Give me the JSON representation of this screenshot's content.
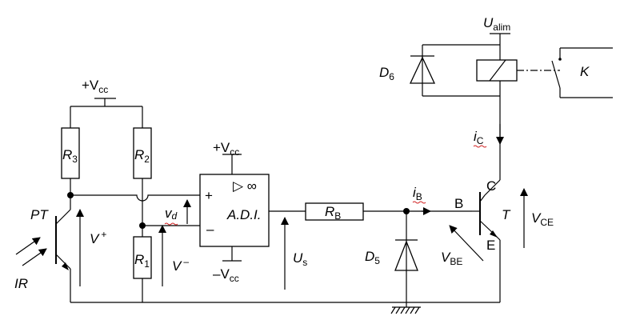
{
  "labels": {
    "ualim": {
      "main": "U",
      "sub": "alim"
    },
    "vcc_top": {
      "main": "+V",
      "sub": "cc"
    },
    "vcc_adi": {
      "main": "+V",
      "sub": "cc"
    },
    "vcc_neg": {
      "main": "–V",
      "sub": "cc"
    },
    "r3": {
      "main": "R",
      "sub": "3"
    },
    "r2": {
      "main": "R",
      "sub": "2"
    },
    "r1": {
      "main": "R",
      "sub": "1"
    },
    "rb": {
      "main": "R",
      "sub": "B"
    },
    "d6": {
      "main": "D",
      "sub": "6"
    },
    "d5": {
      "main": "D",
      "sub": "5"
    },
    "k": "K",
    "ic": {
      "main": "i",
      "sub": "C"
    },
    "ib": {
      "main": "i",
      "sub": "B"
    },
    "pt": "PT",
    "ir": "IR",
    "vplus": {
      "main": "V",
      "sup": "+"
    },
    "vminus": {
      "main": "V",
      "sup": "–"
    },
    "vd": {
      "main": "v",
      "sub": "d"
    },
    "plus_in": "+",
    "minus_in": "–",
    "adi": "A.D.I.",
    "opamp_symbol": "▷ ∞",
    "us": {
      "main": "U",
      "sub": "s"
    },
    "b": "B",
    "c": "C",
    "e": "E",
    "t": "T",
    "vbe": {
      "main": "V",
      "sub": "BE"
    },
    "vce": {
      "main": "V",
      "sub": "CE"
    }
  }
}
